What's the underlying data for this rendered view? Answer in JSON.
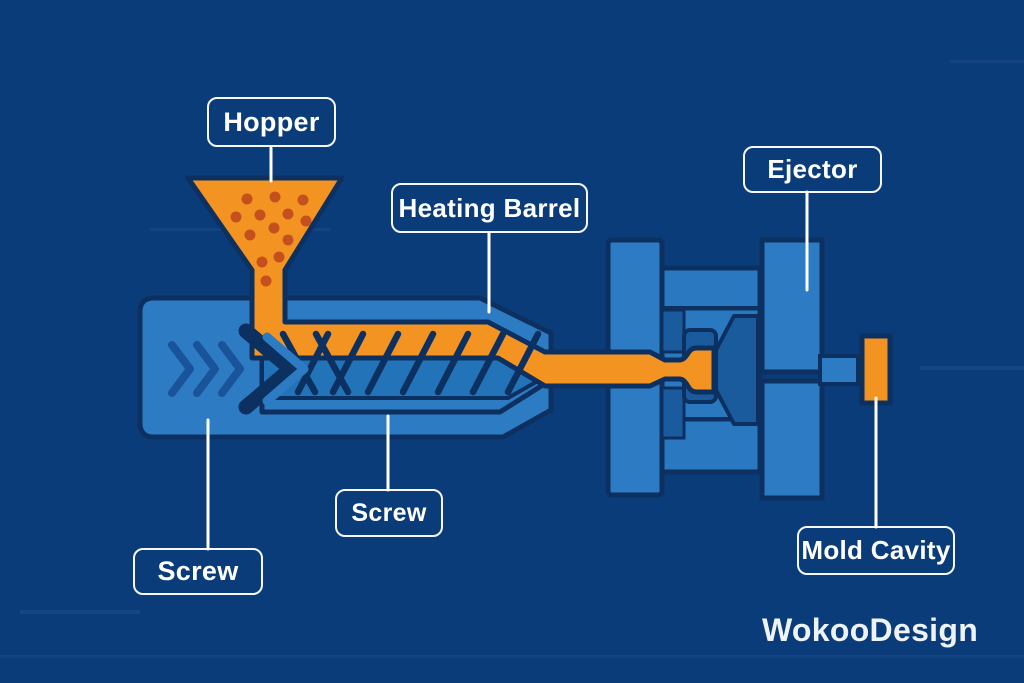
{
  "diagram": {
    "type": "injection-molding-machine",
    "watermark": {
      "text": "WokooDesign"
    },
    "labels": {
      "hopper": {
        "text": "Hopper"
      },
      "heating_barrel": {
        "text": "Heating Barrel"
      },
      "ejector": {
        "text": "Ejector"
      },
      "screw_left": {
        "text": "Screw"
      },
      "screw_right": {
        "text": "Screw"
      },
      "mold_cavity": {
        "text": "Mold Cavity"
      }
    },
    "colors": {
      "background": "#0b3c7a",
      "machine_blue": "#2d7cc3",
      "mold_inner_blue": "#1a5b9e",
      "screw_channel_blue": "#2273b8",
      "chevron_blue": "#19549a",
      "outline_navy": "#0c3161",
      "molten_orange": "#f39422",
      "pellet_orange": "#c4511d",
      "label_white": "#ffffff",
      "watermark_white": "#eef3f8"
    }
  }
}
